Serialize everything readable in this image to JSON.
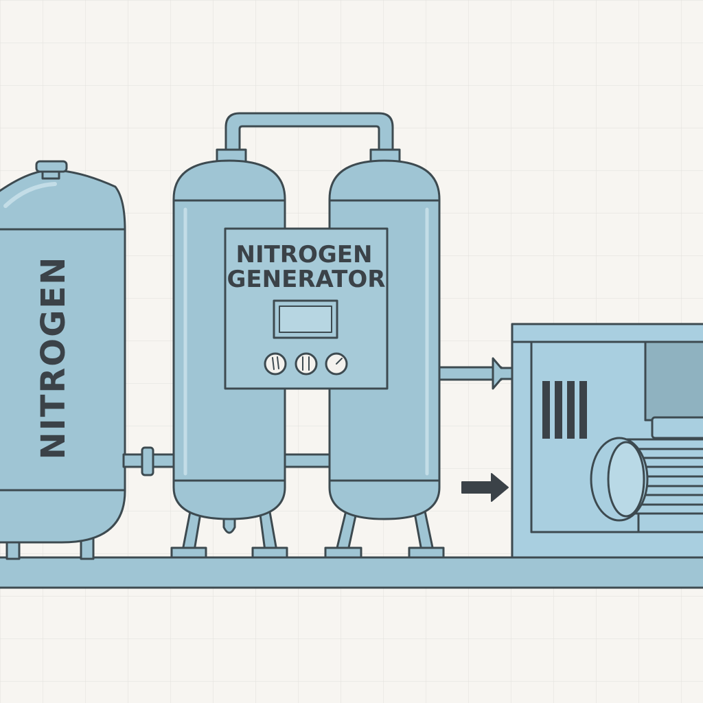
{
  "storage_tank": {
    "label": "NITROGEN"
  },
  "generator": {
    "label_line1": "NITROGEN",
    "label_line2": "GENERATOR"
  },
  "colors": {
    "background": "#f7f5f1",
    "grid": "#e4e2de",
    "tank_fill": "#9fc5d4",
    "tank_highlight": "#c3dde7",
    "compressor_fill": "#a9cfe0",
    "outline": "#3d4a50",
    "text": "#3b4248",
    "arrow": "#3b4248"
  },
  "icons": [
    "gauge-icon",
    "arrow-right-icon",
    "vent-grille-icon",
    "motor-icon"
  ]
}
